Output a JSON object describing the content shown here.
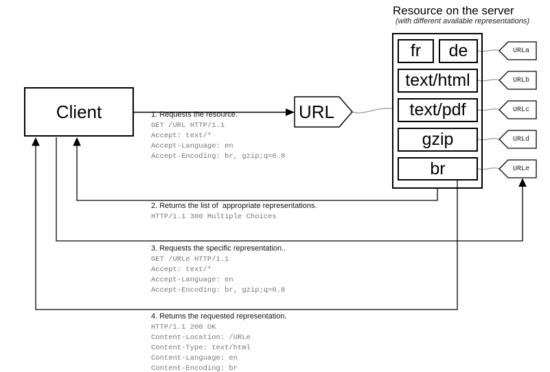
{
  "header": {
    "title": "Resource on the server",
    "subtitle": "(with different available representations)"
  },
  "client": {
    "label": "Client"
  },
  "url_node": {
    "label": "URL"
  },
  "server": {
    "representations": [
      {
        "label": "fr"
      },
      {
        "label": "de"
      },
      {
        "label": "text/html"
      },
      {
        "label": "text/pdf"
      },
      {
        "label": "gzip"
      },
      {
        "label": "br"
      }
    ],
    "urls": [
      {
        "label": "URLa"
      },
      {
        "label": "URLb"
      },
      {
        "label": "URLc"
      },
      {
        "label": "URLd"
      },
      {
        "label": "URLe"
      }
    ]
  },
  "steps": [
    {
      "label": "1. Requests the resource.",
      "lines": [
        "GET /URL HTTP/1.1",
        "Accept: text/*",
        "Accept-Language: en",
        "Accept-Encoding: br, gzip;q=0.8"
      ]
    },
    {
      "label": "2. Returns the list of  appropriate representations.",
      "lines": [
        "HTTP/1.1 300 Multiple Choices"
      ]
    },
    {
      "label": "3. Requests the specific representation..",
      "lines": [
        "GET /URLe HTTP/1.1",
        "Accept: text/*",
        "Accept-Language: en",
        "Accept-Encoding: br, gzip;q=0.8"
      ]
    },
    {
      "label": "4. Returns the requested representation.",
      "lines": [
        "HTTP/1.1 200 OK",
        "Content-Location: /URLe",
        "Content-Type: text/html",
        "Content-Language: en",
        "Content-Encoding: br"
      ]
    }
  ],
  "colors": {
    "line": "#000000",
    "connector": "#9a9a9a",
    "mono_text": "#757575",
    "label_text": "#111111",
    "background": "#ffffff"
  }
}
